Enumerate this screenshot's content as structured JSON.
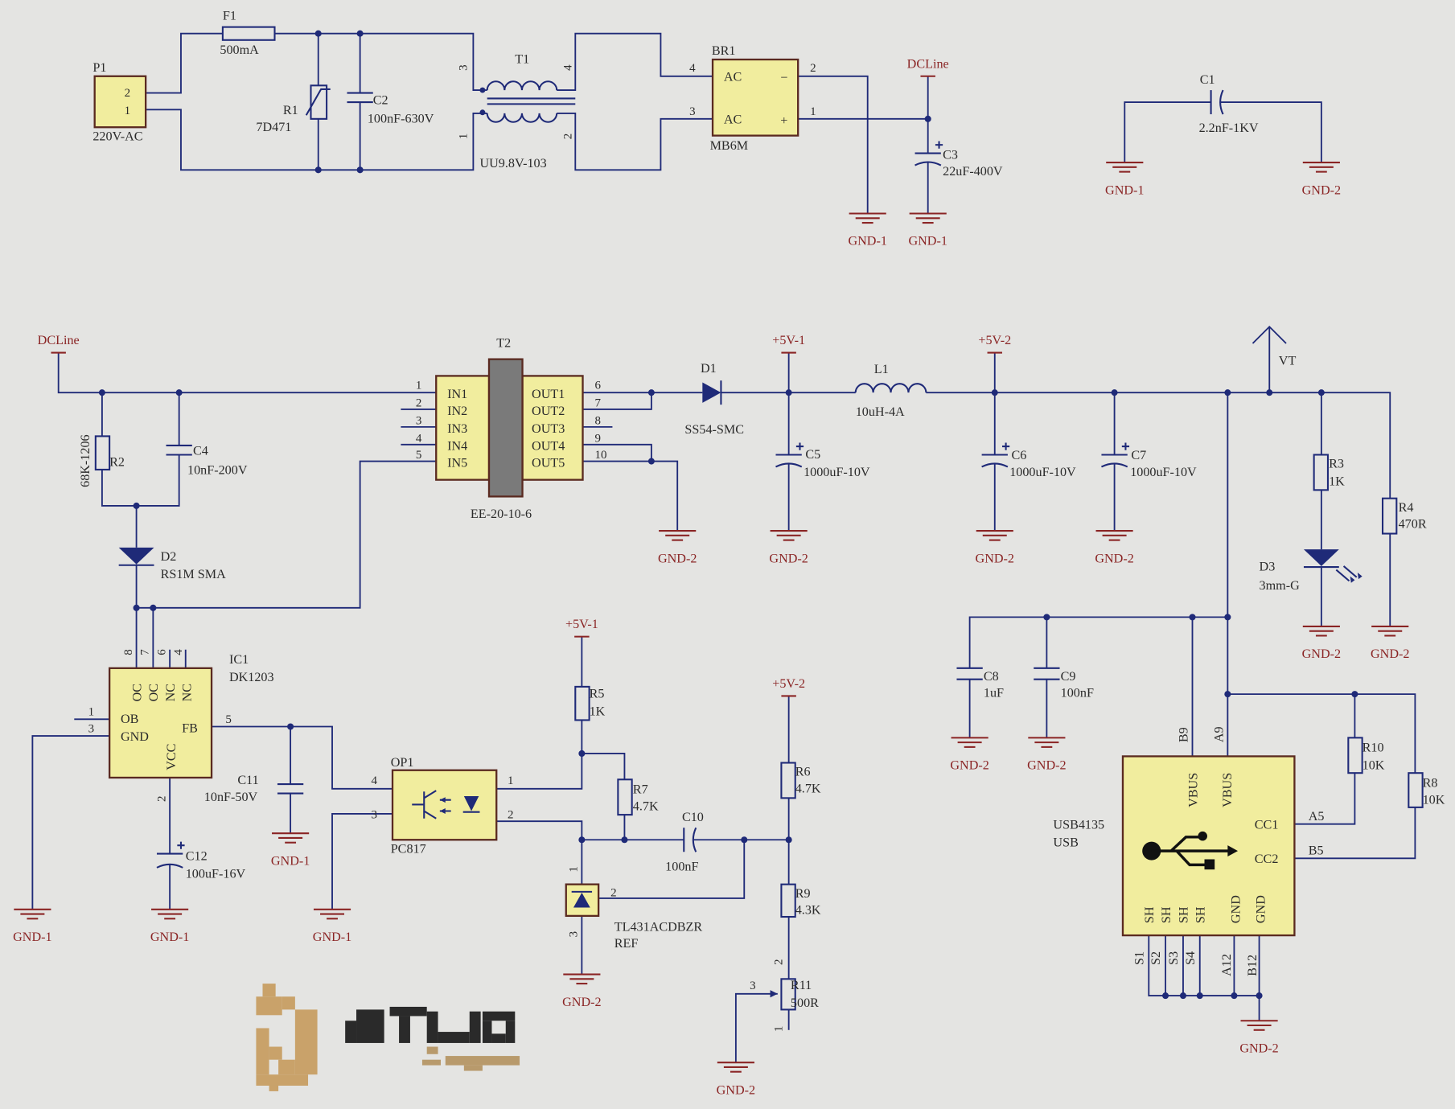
{
  "colors": {
    "wire": "#1f2a78",
    "component_body": "#f1ed9e",
    "power_port": "#8a2424",
    "background": "#e4e4e2"
  },
  "nets": {
    "gnd1": "GND-1",
    "gnd2": "GND-2",
    "dcline": "DCLine",
    "v5_1": "+5V-1",
    "v5_2": "+5V-2",
    "vt": "VT"
  },
  "text": {
    "p1_ref": "P1",
    "p1_pin2": "2",
    "p1_pin1": "1",
    "p1_val": "220V-AC",
    "f1_ref": "F1",
    "f1_val": "500mA",
    "r1_ref": "R1",
    "r1_val": "7D471",
    "c2_ref": "C2",
    "c2_val": "100nF-630V",
    "t1_ref": "T1",
    "t1_pin3": "3",
    "t1_pin4": "4",
    "t1_pin1": "1",
    "t1_pin2": "2",
    "t1_val": "UU9.8V-103",
    "br1_ref": "BR1",
    "br1_val": "MB6M",
    "br1_ac1": "AC",
    "br1_ac2": "AC",
    "br1_minus": "−",
    "br1_plus": "+",
    "br1_pin4": "4",
    "br1_pin3": "3",
    "br1_pin2": "2",
    "br1_pin1": "1",
    "c3_ref": "C3",
    "c3_val": "22uF-400V",
    "c1_ref": "C1",
    "c1_val": "2.2nF-1KV",
    "r2_ref": "R2",
    "r2_val": "68K-1206",
    "c4_ref": "C4",
    "c4_val": "10nF-200V",
    "d2_ref": "D2",
    "d2_val": "RS1M SMA",
    "t2_ref": "T2",
    "t2_val": "EE-20-10-6",
    "t2_pin1": "1",
    "t2_pin2": "2",
    "t2_pin3": "3",
    "t2_pin4": "4",
    "t2_pin5": "5",
    "t2_pin6": "6",
    "t2_pin7": "7",
    "t2_pin8": "8",
    "t2_pin9": "9",
    "t2_pin10": "10",
    "t2_in1": "IN1",
    "t2_in2": "IN2",
    "t2_in3": "IN3",
    "t2_in4": "IN4",
    "t2_in5": "IN5",
    "t2_out1": "OUT1",
    "t2_out2": "OUT2",
    "t2_out3": "OUT3",
    "t2_out4": "OUT4",
    "t2_out5": "OUT5",
    "d1_ref": "D1",
    "d1_val": "SS54-SMC",
    "c5_ref": "C5",
    "c5_val": "1000uF-10V",
    "l1_ref": "L1",
    "l1_val": "10uH-4A",
    "c6_ref": "C6",
    "c6_val": "1000uF-10V",
    "c7_ref": "C7",
    "c7_val": "1000uF-10V",
    "r3_ref": "R3",
    "r3_val": "1K",
    "r4_ref": "R4",
    "r4_val": "470R",
    "d3_ref": "D3",
    "d3_val": "3mm-G",
    "c8_ref": "C8",
    "c8_val": "1uF",
    "c9_ref": "C9",
    "c9_val": "100nF",
    "usb_ref": "USB4135",
    "usb_val": "USB",
    "usb_b9": "B9",
    "usb_a9": "A9",
    "usb_vbus1": "VBUS",
    "usb_vbus2": "VBUS",
    "usb_cc1": "CC1",
    "usb_cc2": "CC2",
    "usb_sh1": "SH",
    "usb_sh2": "SH",
    "usb_sh3": "SH",
    "usb_sh4": "SH",
    "usb_gnd1": "GND",
    "usb_gnd2": "GND",
    "usb_s1": "S1",
    "usb_s2": "S2",
    "usb_s3": "S3",
    "usb_s4": "S4",
    "usb_a12": "A12",
    "usb_b12": "B12",
    "usb_a5": "A5",
    "usb_b5": "B5",
    "r10_ref": "R10",
    "r10_val": "10K",
    "r8_ref": "R8",
    "r8_val": "10K",
    "ic1_ref": "IC1",
    "ic1_val": "DK1203",
    "ic1_pin8": "8",
    "ic1_pin7": "7",
    "ic1_pin6": "6",
    "ic1_pin4": "4",
    "ic1_oc1": "OC",
    "ic1_oc2": "OC",
    "ic1_nc1": "NC",
    "ic1_nc2": "NC",
    "ic1_ob": "OB",
    "ic1_gnd": "GND",
    "ic1_vcc": "VCC",
    "ic1_fb": "FB",
    "ic1_pin1": "1",
    "ic1_pin3": "3",
    "ic1_pin5": "5",
    "ic1_pin2": "2",
    "c11_ref": "C11",
    "c11_val": "10nF-50V",
    "c12_ref": "C12",
    "c12_val": "100uF-16V",
    "op1_ref": "OP1",
    "op1_val": "PC817",
    "op1_pin4": "4",
    "op1_pin3": "3",
    "op1_pin1": "1",
    "op1_pin2": "2",
    "r5_ref": "R5",
    "r5_val": "1K",
    "r7_ref": "R7",
    "r7_val": "4.7K",
    "c10_ref": "C10",
    "c10_val": "100nF",
    "u_ref": "TL431ACDBZR",
    "u_val": "REF",
    "u_pin1": "1",
    "u_pin2": "2",
    "u_pin3": "3",
    "r6_ref": "R6",
    "r6_val": "4.7K",
    "r9_ref": "R9",
    "r9_val": "4.3K",
    "r11_ref": "R11",
    "r11_val": "500R",
    "r11_pin2": "2",
    "r11_pin3": "3",
    "r11_pin1": "1"
  },
  "logo": {
    "depicted": "pixelated brand logo watermark"
  }
}
